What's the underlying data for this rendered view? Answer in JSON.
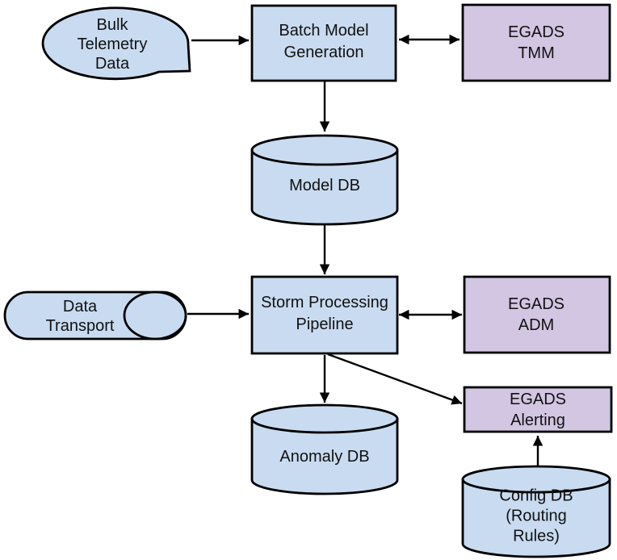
{
  "diagram": {
    "colors": {
      "process_node_fill": "#c9dbf0",
      "egads_node_fill": "#d2c6e2",
      "outline": "#000000",
      "background": "#ffffff",
      "text": "#111111"
    },
    "nodes": {
      "bulk_telemetry": {
        "label": "Bulk\nTelemetry\nData",
        "shape": "ellipse-callout"
      },
      "batch_model_generation": {
        "label": "Batch Model\nGeneration",
        "shape": "rectangle"
      },
      "egads_tmm": {
        "label": "EGADS TMM",
        "shape": "rectangle"
      },
      "model_db": {
        "label": "Model DB",
        "shape": "cylinder"
      },
      "data_transport": {
        "label": "Data\nTransport",
        "shape": "horizontal-cylinder"
      },
      "storm_processing_pipeline": {
        "label": "Storm Processing\nPipeline",
        "shape": "rectangle"
      },
      "egads_adm": {
        "label": "EGADS ADM",
        "shape": "rectangle"
      },
      "egads_alerting": {
        "label": "EGADS Alerting",
        "shape": "rectangle"
      },
      "anomaly_db": {
        "label": "Anomaly DB",
        "shape": "cylinder"
      },
      "config_db": {
        "label": "Config DB\n(Routing Rules)",
        "shape": "cylinder"
      }
    },
    "edges": [
      {
        "from": "bulk_telemetry",
        "to": "batch_model_generation",
        "type": "arrow"
      },
      {
        "from": "batch_model_generation",
        "to": "egads_tmm",
        "type": "double-arrow"
      },
      {
        "from": "batch_model_generation",
        "to": "model_db",
        "type": "arrow"
      },
      {
        "from": "model_db",
        "to": "storm_processing_pipeline",
        "type": "arrow"
      },
      {
        "from": "data_transport",
        "to": "storm_processing_pipeline",
        "type": "arrow"
      },
      {
        "from": "storm_processing_pipeline",
        "to": "egads_adm",
        "type": "double-arrow"
      },
      {
        "from": "storm_processing_pipeline",
        "to": "anomaly_db",
        "type": "arrow"
      },
      {
        "from": "storm_processing_pipeline",
        "to": "egads_alerting",
        "type": "arrow"
      },
      {
        "from": "config_db",
        "to": "egads_alerting",
        "type": "arrow"
      }
    ]
  }
}
